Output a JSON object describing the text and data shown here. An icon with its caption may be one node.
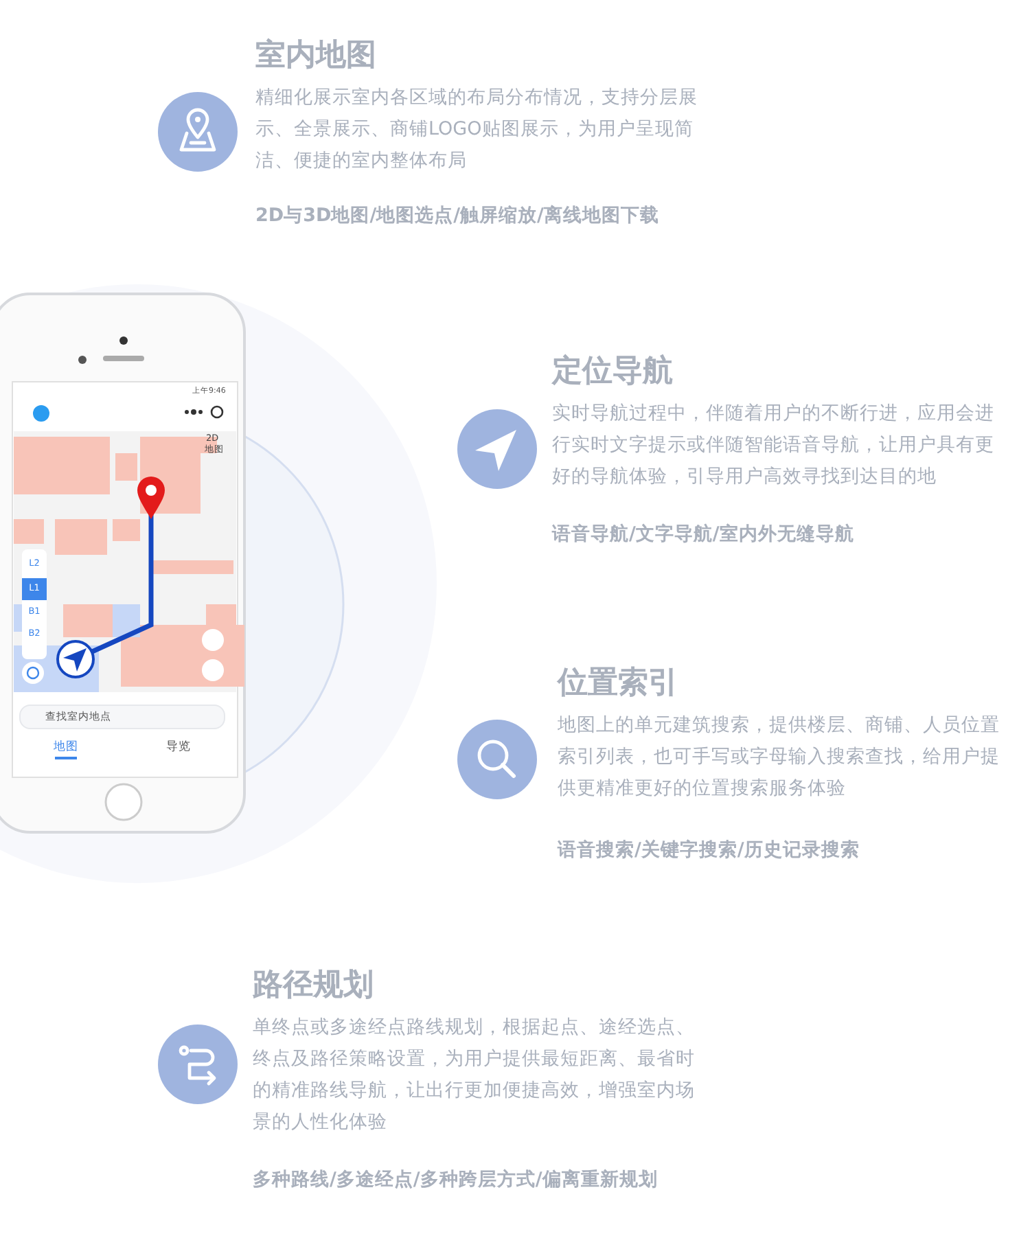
{
  "diagram": {
    "labels": [
      "室内地图",
      "精细化展示室内各区域的布局分布情况，支持分层展示、全景展示、商铺LOGO贴图展示，为用户呈现简洁、便捷的室内整体布局",
      "2D与3D地图/地图选点/触屏缩放/离线地图下载",
      "定位导航",
      "实时导航过程中，伴随着用户的不断行进，应用会进行实时文字提示或伴随智能语音导航，让用户具有更好的导航体验，引导用户高效寻找到达目的地",
      "语音导航/文字导航/室内外无缝导航",
      "上午9:46",
      "2D",
      "地图",
      "L2",
      "L1",
      "B1",
      "B2",
      "查找室内地点",
      "地图",
      "导览",
      "位置索引",
      "地图上的单元建筑搜索，提供楼层、商铺、人员位置索引列表，也可手写或字母输入搜索查找，给用户提供更精准更好的位置搜索服务体验",
      "语音搜索/关键字搜索/历史记录搜索",
      "路径规划",
      "单终点或多途经点路线规划，根据起点、途经选点、终点及路径策略设置，为用户提供最短距离、最省时的精准路线导航，让出行更加便捷高效，增强室内场景的人性化体验",
      "多种路线/多途经点/多种跨层方式/偏离重新规划"
    ]
  }
}
